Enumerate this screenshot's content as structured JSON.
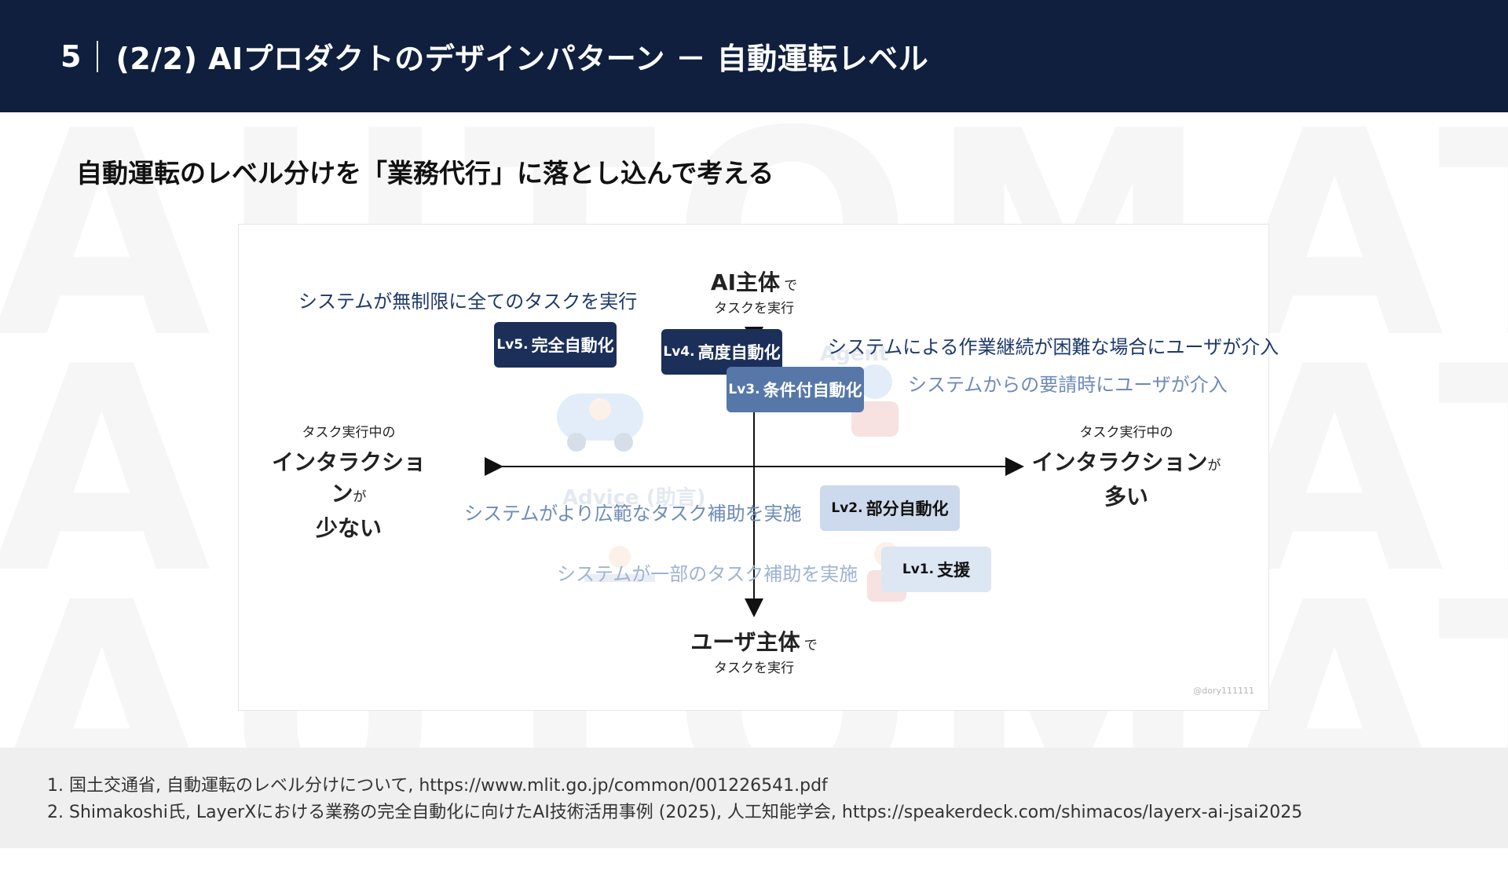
{
  "header": {
    "page_number": "5",
    "title": "(2/2) AIプロダクトのデザインパターン － 自動運転レベル"
  },
  "watermark": [
    "AUTOMATIC",
    "AUTOMATIC",
    "AUTOMATIC"
  ],
  "subtitle": "自動運転のレベル分けを「業務代行」に落とし込んで考える",
  "diagram": {
    "top_axis": {
      "main": "AI主体",
      "suffix": "で",
      "sub": "タスクを実行"
    },
    "bottom_axis": {
      "main": "ユーザ主体",
      "suffix": "で",
      "sub": "タスクを実行"
    },
    "left_axis": {
      "pre": "タスク実行中の",
      "main": "インタラクション",
      "suffix": "が",
      "main2": "少ない"
    },
    "right_axis": {
      "pre": "タスク実行中の",
      "main": "インタラクション",
      "suffix": "が",
      "main2": "多い"
    },
    "levels": [
      {
        "lv": "Lv5.",
        "label": "完全自動化",
        "desc": "システムが無制限に全てのタスクを実行"
      },
      {
        "lv": "Lv4.",
        "label": "高度自動化",
        "desc": "システムによる作業継続が困難な場合にユーザが介入"
      },
      {
        "lv": "Lv3.",
        "label": "条件付自動化",
        "desc": "システムからの要請時にユーザが介入"
      },
      {
        "lv": "Lv2.",
        "label": "部分自動化",
        "desc": "システムがより広範なタスク補助を実施"
      },
      {
        "lv": "Lv1.",
        "label": "支援",
        "desc": "システムが一部のタスク補助を実施"
      }
    ],
    "ghost_labels": [
      "Advice (助言)",
      "Agent"
    ],
    "credit": "@dory111111",
    "colors": {
      "lv5": "#1b2f59",
      "lv4": "#1b2f59",
      "lv3": "#5677a8",
      "lv2": "#cdd9ec",
      "lv1": "#dde6f3",
      "desc_dark": "#1f3a6a",
      "desc_mid": "#6e8bb8",
      "desc_light": "#9fb3d3"
    }
  },
  "footnotes": [
    "国土交通省, 自動運転のレベル分けについて, https://www.mlit.go.jp/common/001226541.pdf",
    "Shimakoshi氏, LayerXにおける業務の完全自動化に向けたAI技術活用事例 (2025), 人工知能学会, https://speakerdeck.com/shimacos/layerx-ai-jsai2025"
  ]
}
